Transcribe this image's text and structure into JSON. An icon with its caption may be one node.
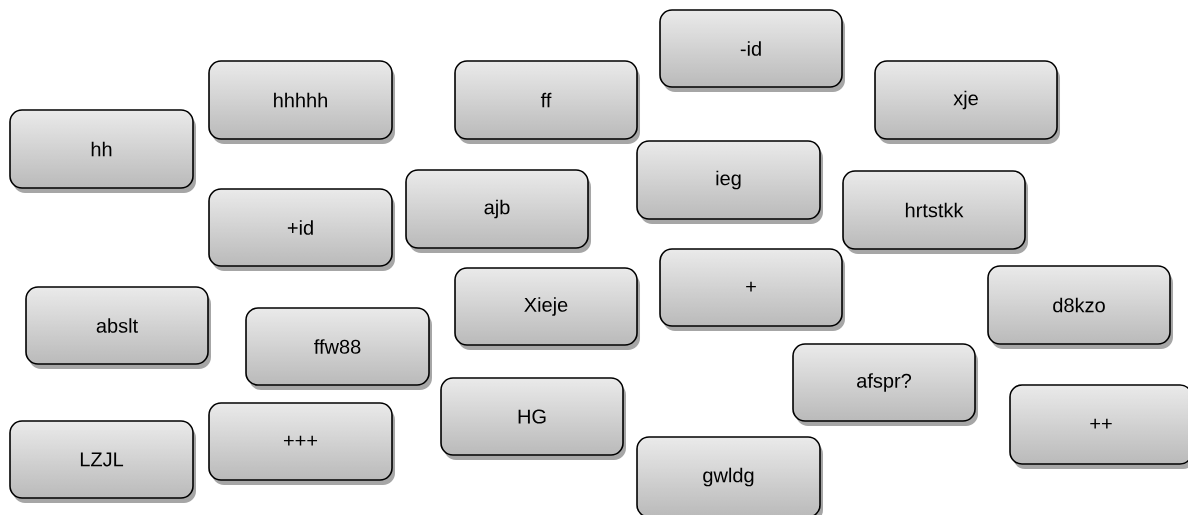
{
  "diagram": {
    "nodes": [
      {
        "text": [
          "-id"
        ]
      },
      {
        "text": [
          "hhhhh"
        ]
      },
      {
        "text": [
          "ff"
        ]
      },
      {
        "text": [
          "xje"
        ]
      },
      {
        "text": [
          "hh"
        ]
      },
      {
        "text": [
          "ieg"
        ]
      },
      {
        "text": [
          "ajb"
        ]
      },
      {
        "text": [
          "hrtstkk"
        ]
      },
      {
        "text": [
          "+id"
        ]
      },
      {
        "text": [
          "+"
        ]
      },
      {
        "text": [
          "d8kzo"
        ]
      },
      {
        "text": [
          "Xieje"
        ]
      },
      {
        "text": [
          "abslt"
        ]
      },
      {
        "text": [
          "ffw88"
        ]
      },
      {
        "text": [
          "afspr?"
        ]
      },
      {
        "text": [
          "HG"
        ]
      },
      {
        "text": [
          "++"
        ]
      },
      {
        "text": [
          "+++"
        ]
      },
      {
        "text": [
          "LZJL"
        ]
      },
      {
        "text": [
          "gwldg"
        ]
      }
    ]
  }
}
